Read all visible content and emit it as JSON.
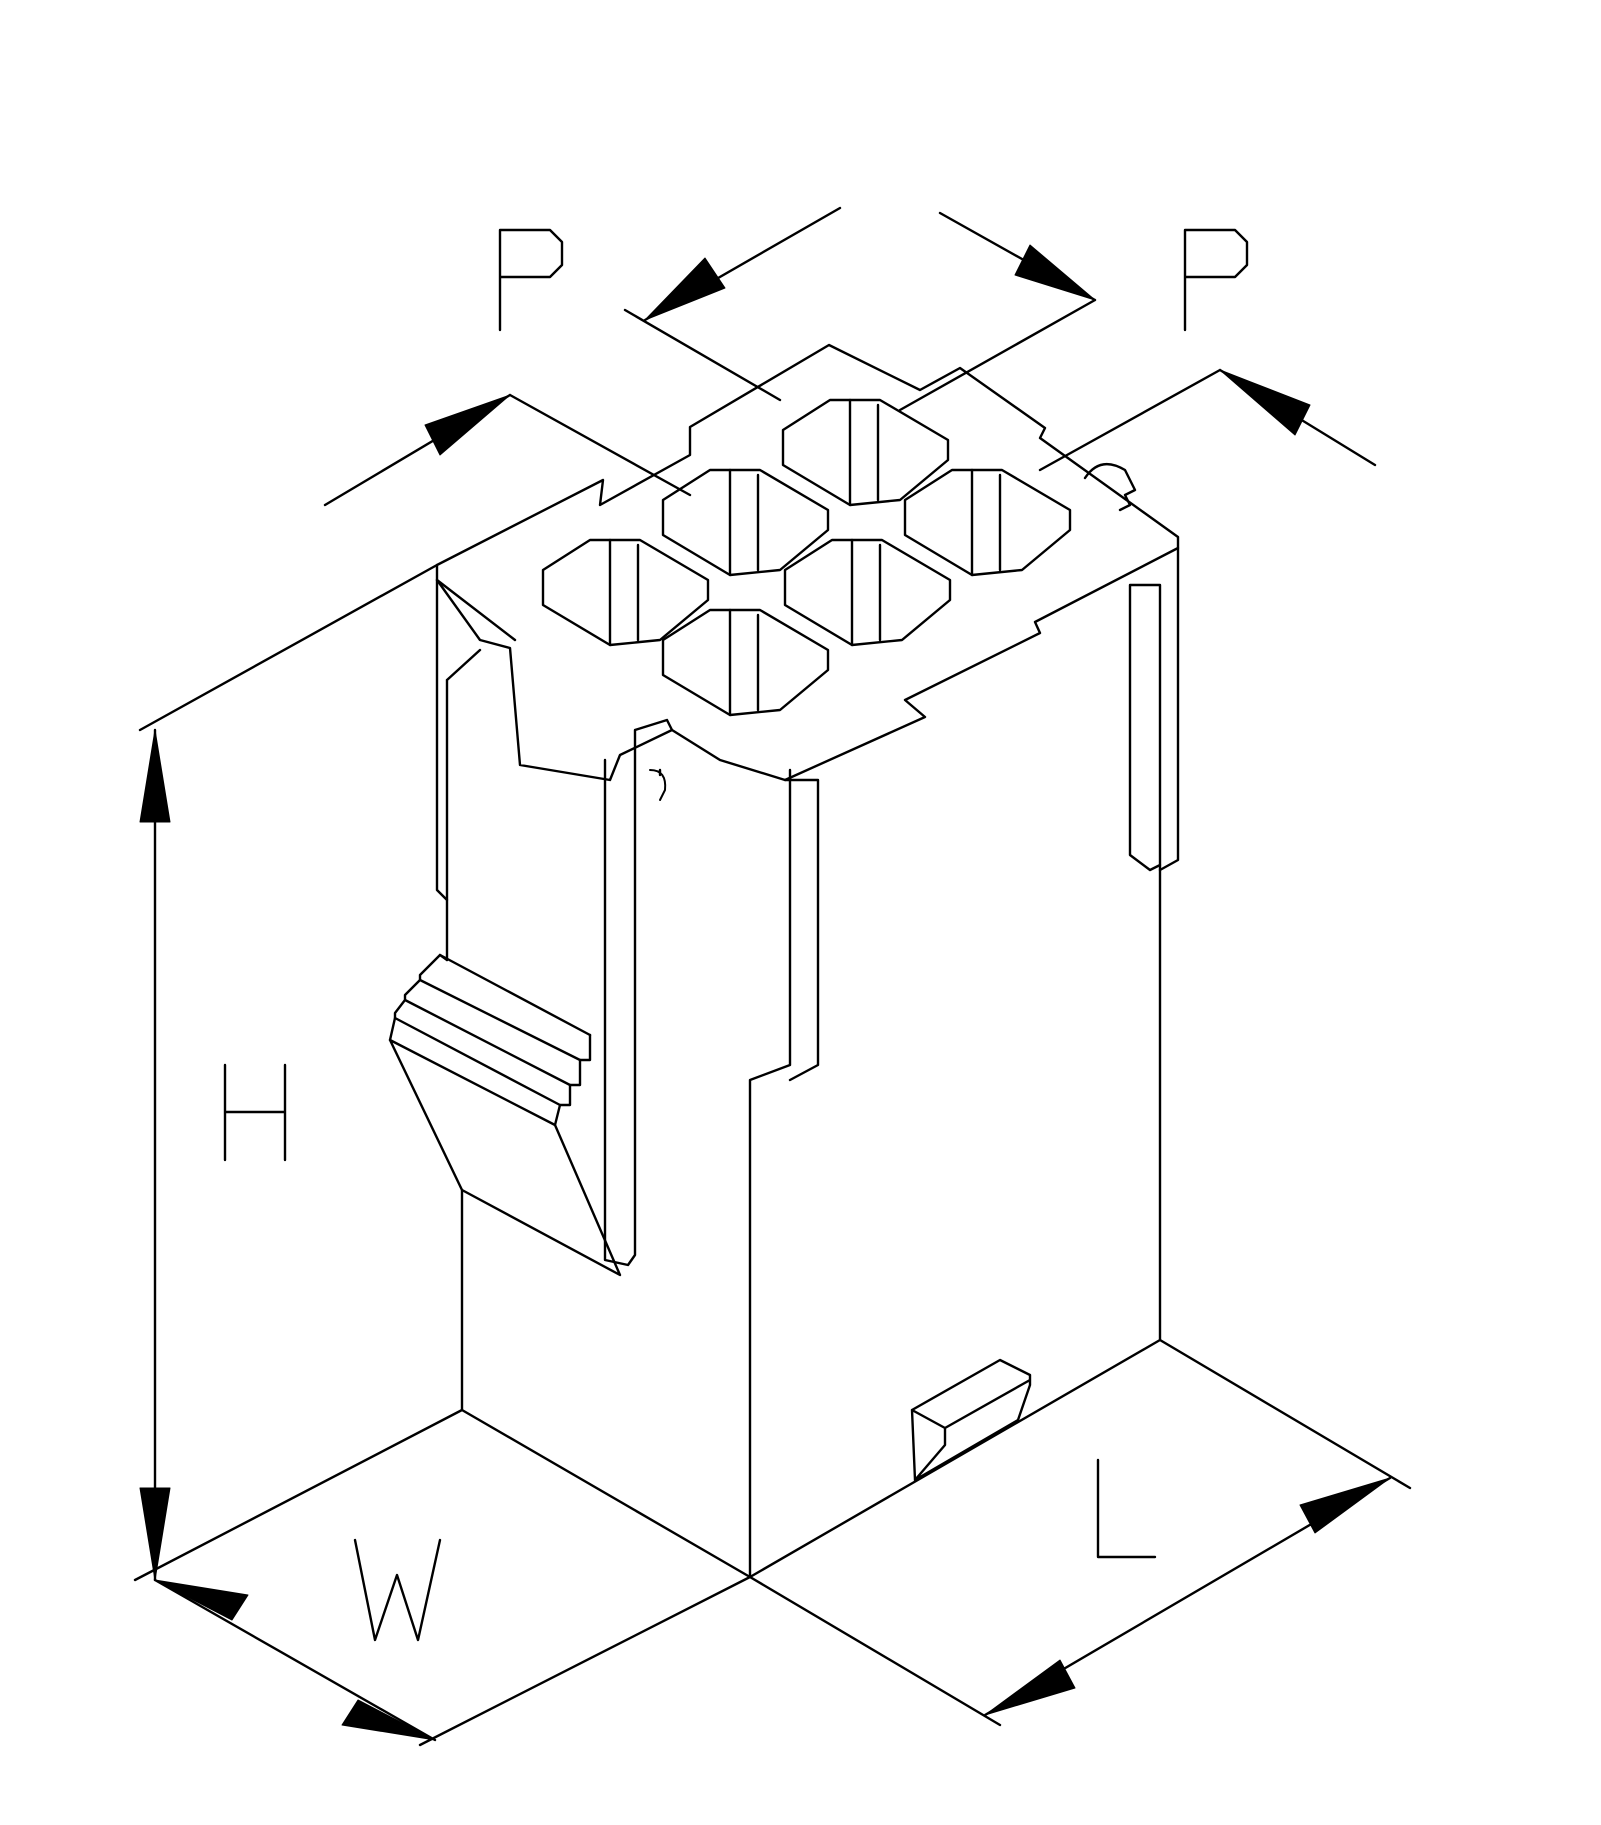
{
  "labels": {
    "pitch_1": "P",
    "pitch_2": "P",
    "height": "H",
    "width": "W",
    "length": "L"
  },
  "colors": {
    "line": "#000000",
    "background": "#ffffff"
  }
}
